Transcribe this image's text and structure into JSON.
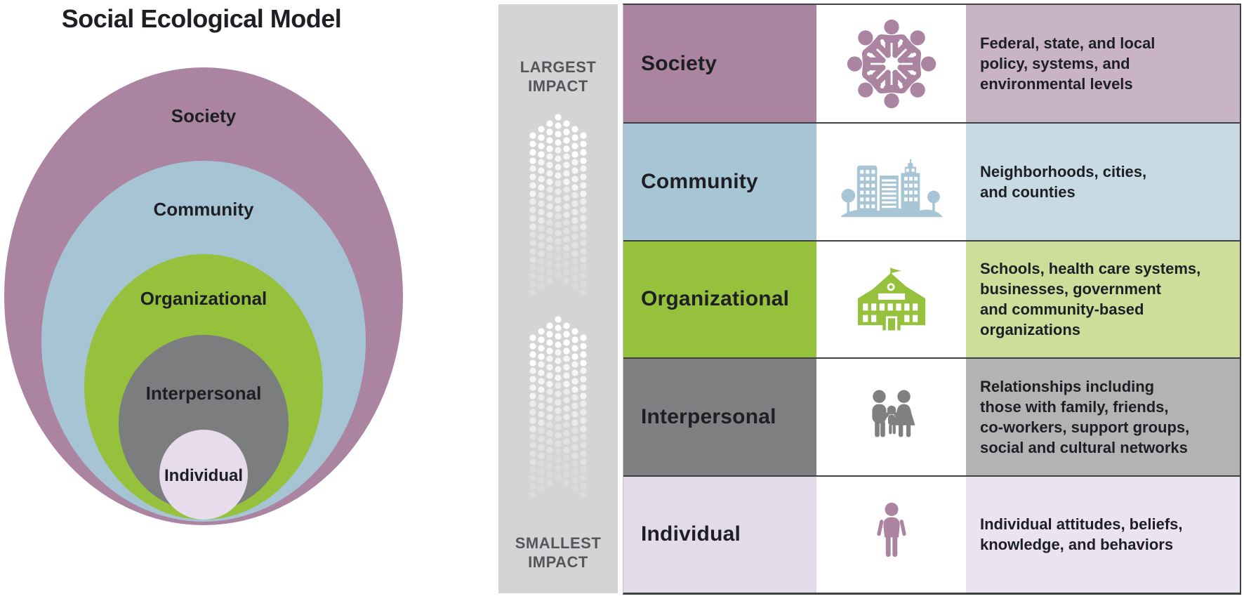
{
  "title": "Social Ecological Model",
  "diagram": {
    "levels": [
      {
        "label": "Society",
        "color": "#aa84a1"
      },
      {
        "label": "Community",
        "color": "#a7c4d4"
      },
      {
        "label": "Organizational",
        "color": "#95c13d"
      },
      {
        "label": "Interpersonal",
        "color": "#7c7d7f"
      },
      {
        "label": "Individual",
        "color": "#e6dcec"
      }
    ]
  },
  "impact_bar": {
    "background": "#d3d4d6",
    "dot_color": "#ffffff",
    "largest": [
      "LARGEST",
      "IMPACT"
    ],
    "smallest": [
      "SMALLEST",
      "IMPACT"
    ],
    "arrow_direction": "up"
  },
  "table": {
    "rows": [
      {
        "label": "Society",
        "icon": "people-circle-icon",
        "color": "#aa84a1",
        "tint": "#c9b4c6",
        "icon_color": "#aa84a1",
        "description": [
          "Federal, state, and local",
          "policy, systems, and",
          "environmental levels"
        ]
      },
      {
        "label": "Community",
        "icon": "city-buildings-icon",
        "color": "#a8c5d5",
        "tint": "#c8dbe4",
        "icon_color": "#a8c5d5",
        "description": [
          "Neighborhoods, cities,",
          "and counties"
        ]
      },
      {
        "label": "Organizational",
        "icon": "school-building-icon",
        "color": "#95c13d",
        "tint": "#cedd9a",
        "icon_color": "#95c13d",
        "description": [
          "Schools, health care systems,",
          "businesses, government",
          "and community-based",
          "organizations"
        ]
      },
      {
        "label": "Interpersonal",
        "icon": "family-icon",
        "color": "#7f8082",
        "tint": "#b5b2b4",
        "icon_color": "#7f8082",
        "description": [
          "Relationships including",
          "those with family, friends,",
          "co-workers, support groups,",
          "social and cultural networks"
        ]
      },
      {
        "label": "Individual",
        "icon": "person-icon",
        "color": "#e3daea",
        "tint": "#ebe3f0",
        "icon_color": "#aa84a1",
        "description": [
          "Individual attitudes, beliefs,",
          "knowledge, and behaviors"
        ]
      }
    ]
  }
}
